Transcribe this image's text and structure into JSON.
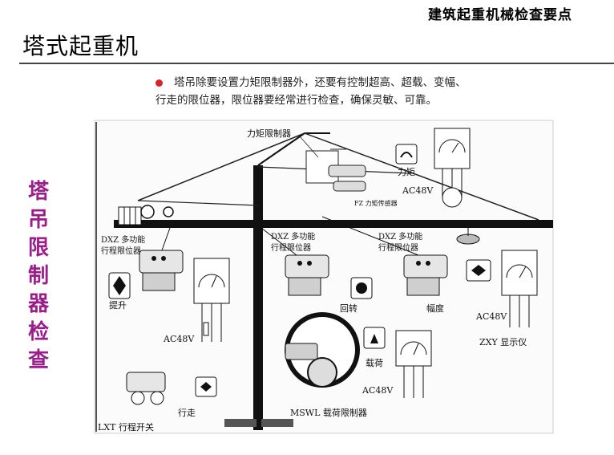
{
  "header_note": "建筑起重机械检查要点",
  "title": "塔式起重机",
  "side_caption": [
    "塔",
    "吊",
    "限",
    "制",
    "器",
    "检",
    "查"
  ],
  "intro_text": {
    "line1": "塔吊除要设置力矩限制器外，还要有控制超高、超载、变幅、",
    "line2": "行走的限位器，限位器要经常进行检查，确保灵敏、可靠。"
  },
  "figure": {
    "labels": {
      "torque_limiter": "力矩限制器",
      "torque": "力矩",
      "ac48v_top": "AC48V",
      "fz_torque": "FZ 力矩传感器",
      "dxz_left_1": "DXZ 多功能",
      "dxz_left_2": "行程限位器",
      "dxz_mid_1": "DXZ 多功能",
      "dxz_mid_2": "行程限位器",
      "dxz_right_1": "DXZ 多功能",
      "dxz_right_2": "行程限位器",
      "hoist": "提升",
      "ac48v_left": "AC48V",
      "slewing": "回转",
      "amplitude": "幅度",
      "ac48v_right": "AC48V",
      "zxy_display": "ZXY 显示仪",
      "load": "载荷",
      "ac48v_bottom": "AC48V",
      "travel": "行走",
      "lxt_switch": "LXT 行程开关",
      "mswl_limiter": "MSWL 载荷限制器"
    }
  }
}
